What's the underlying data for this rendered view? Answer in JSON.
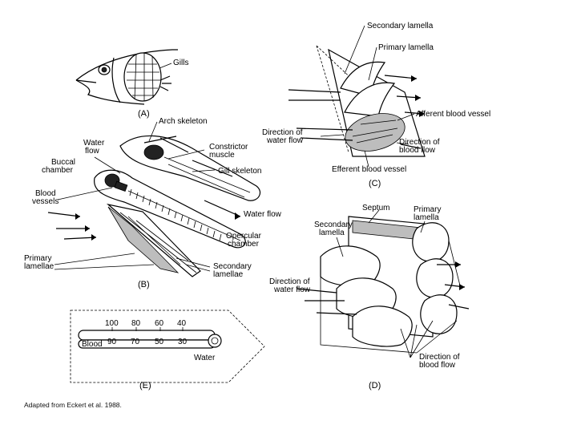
{
  "labels": {
    "gills": "Gills",
    "panel_a": "(A)",
    "arch_skeleton": "Arch skeleton",
    "water_flow_1": "Water",
    "water_flow_2": "flow",
    "buccal_1": "Buccal",
    "buccal_2": "chamber",
    "constrictor_1": "Constrictor",
    "constrictor_2": "muscle",
    "gill_skeleton": "Gill skeleton",
    "blood_vessels_1": "Blood",
    "blood_vessels_2": "vessels",
    "water_flow_b": "Water flow",
    "opercular_1": "Opercular",
    "opercular_2": "chamber",
    "primary_lamellae_1": "Primary",
    "primary_lamellae_2": "lamellae",
    "secondary_lamellae_1": "Secondary",
    "secondary_lamellae_2": "lamellae",
    "panel_b": "(B)",
    "c_secondary_lamella": "Secondary lamella",
    "c_primary_lamella": "Primary lamella",
    "c_afferent": "Afferent blood vessel",
    "c_dir_water_1": "Direction of",
    "c_dir_water_2": "water flow",
    "c_dir_blood_1": "Direction of",
    "c_dir_blood_2": "blood flow",
    "c_efferent": "Efferent blood vessel",
    "panel_c": "(C)",
    "d_septum": "Septum",
    "d_primary_1": "Primary",
    "d_primary_2": "lamella",
    "d_secondary_1": "Secondary",
    "d_secondary_2": "lamella",
    "d_dir_water_1": "Direction of",
    "d_dir_water_2": "water flow",
    "d_dir_blood_1": "Direction of",
    "d_dir_blood_2": "blood flow",
    "panel_d": "(D)",
    "e_blood": "Blood",
    "e_water": "Water",
    "panel_e": "(E)"
  },
  "scale_e": {
    "top": [
      "100",
      "80",
      "60",
      "40"
    ],
    "bottom": [
      "90",
      "70",
      "50",
      "30"
    ]
  },
  "caption": "Adapted from Eckert et al. 1988."
}
